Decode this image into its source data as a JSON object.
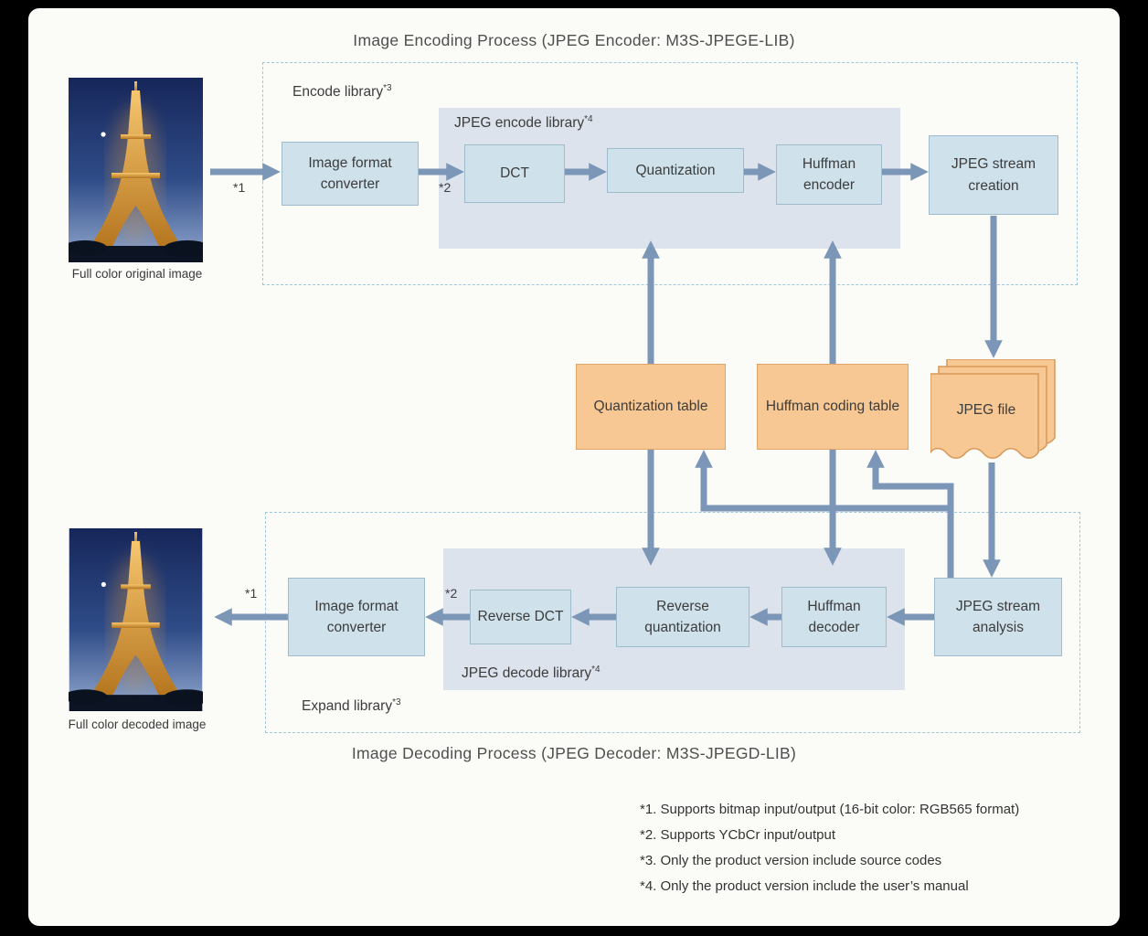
{
  "page": {
    "title_encoding": "Image Encoding Process (JPEG Encoder: M3S-JPEGE-LIB)",
    "title_decoding": "Image Decoding Process (JPEG Decoder: M3S-JPEGD-LIB)"
  },
  "photos": {
    "original_caption": "Full color original image",
    "decoded_caption": "Full color decoded image"
  },
  "encode": {
    "library_label": "Encode library",
    "library_sup": "*3",
    "jpeg_library_label": "JPEG encode library",
    "jpeg_library_sup": "*4",
    "boxes": {
      "image_format_converter": "Image format converter",
      "dct": "DCT",
      "quantization": "Quantization",
      "huffman_encoder": "Huffman encoder",
      "jpeg_stream_creation": "JPEG stream creation"
    }
  },
  "decode": {
    "library_label": "Expand library",
    "library_sup": "*3",
    "jpeg_library_label": "JPEG decode library",
    "jpeg_library_sup": "*4",
    "boxes": {
      "image_format_converter": "Image format converter",
      "reverse_dct": "Reverse DCT",
      "reverse_quantization": "Reverse quantization",
      "huffman_decoder": "Huffman decoder",
      "jpeg_stream_analysis": "JPEG stream analysis"
    }
  },
  "artifacts": {
    "quantization_table": "Quantization table",
    "huffman_coding_table": "Huffman coding table",
    "jpeg_file": "JPEG file"
  },
  "markers": {
    "m1": "*1",
    "m2": "*2"
  },
  "footnotes": [
    "*1. Supports bitmap input/output (16-bit color: RGB565 format)",
    "*2. Supports YCbCr input/output",
    "*3. Only the product version include source codes",
    "*4. Only the product version include the user’s manual"
  ],
  "colors": {
    "process_box_fill": "#cfe1ea",
    "process_box_border": "#9fbccd",
    "library_panel_fill": "#dce3ec",
    "table_box_fill": "#f7c894",
    "table_box_border": "#dfa468",
    "arrow": "#7b96b6",
    "dashed_border": "#a0c8dc",
    "sheet_background": "#fbfbf8"
  }
}
